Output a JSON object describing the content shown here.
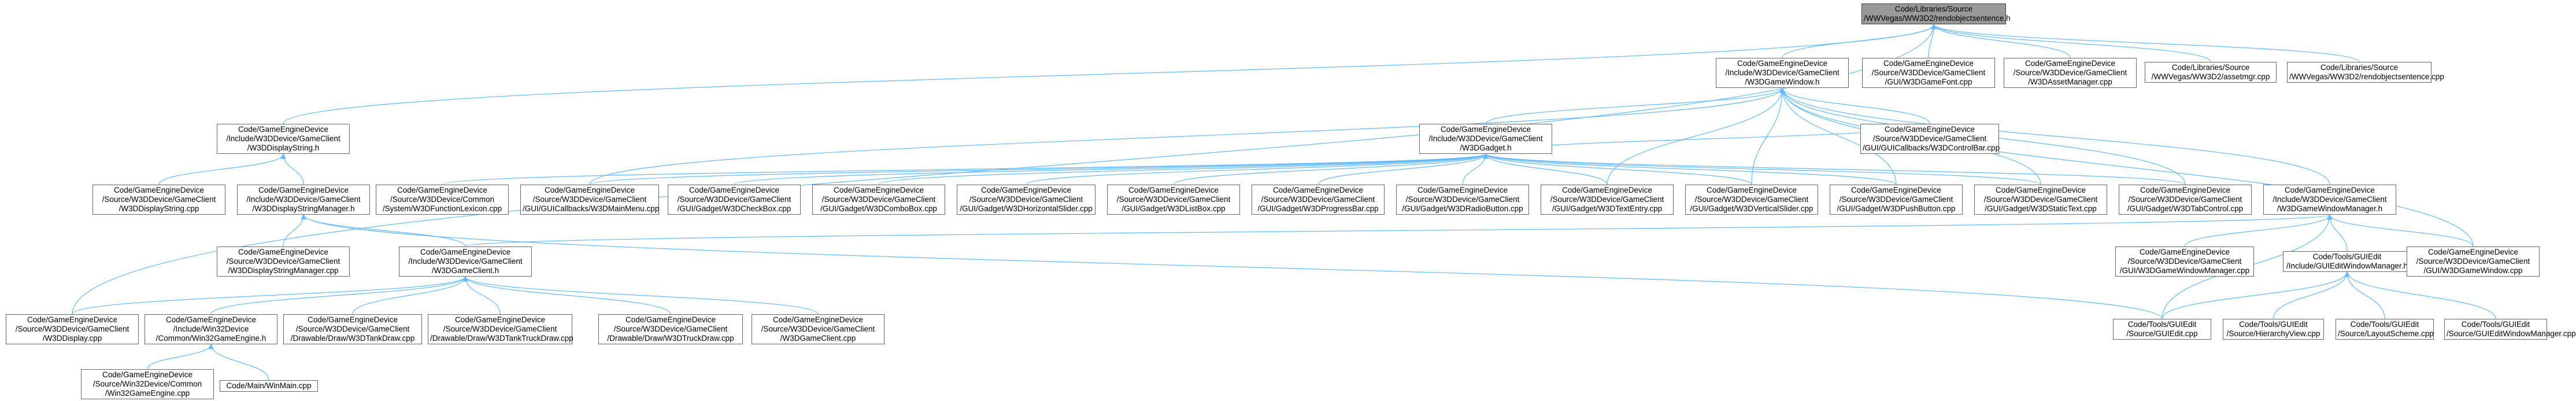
{
  "graph": {
    "nodes": [
      {
        "id": "root",
        "root": true,
        "lines": [
          "Code/Libraries/Source",
          "/WWVegas/WW3D2/rendobjectsentence.h"
        ]
      },
      {
        "id": "gamewindow_h",
        "lines": [
          "Code/GameEngineDevice",
          "/Include/W3DDevice/GameClient",
          "/W3DGameWindow.h"
        ]
      },
      {
        "id": "gamefont_cpp",
        "lines": [
          "Code/GameEngineDevice",
          "/Source/W3DDevice/GameClient",
          "/GUI/W3DGameFont.cpp"
        ]
      },
      {
        "id": "assetmanager_cpp",
        "lines": [
          "Code/GameEngineDevice",
          "/Source/W3DDevice/GameClient",
          "/W3DAssetManager.cpp"
        ]
      },
      {
        "id": "assetmgr_cpp",
        "lines": [
          "Code/Libraries/Source",
          "/WWVegas/WW3D2/assetmgr.cpp"
        ]
      },
      {
        "id": "rendobj_cpp",
        "lines": [
          "Code/Libraries/Source",
          "/WWVegas/WW3D2/rendobjectsentence.cpp"
        ]
      },
      {
        "id": "displaystring_h",
        "lines": [
          "Code/GameEngineDevice",
          "/Include/W3DDevice/GameClient",
          "/W3DDisplayString.h"
        ]
      },
      {
        "id": "gadget_h",
        "lines": [
          "Code/GameEngineDevice",
          "/Include/W3DDevice/GameClient",
          "/W3DGadget.h"
        ]
      },
      {
        "id": "controlbar_cpp",
        "lines": [
          "Code/GameEngineDevice",
          "/Source/W3DDevice/GameClient",
          "/GUI/GUICallbacks/W3DControlBar.cpp"
        ]
      },
      {
        "id": "displaystring_cpp",
        "lines": [
          "Code/GameEngineDevice",
          "/Source/W3DDevice/GameClient",
          "/W3DDisplayString.cpp"
        ]
      },
      {
        "id": "dsmanager_h",
        "lines": [
          "Code/GameEngineDevice",
          "/Include/W3DDevice/GameClient",
          "/W3DDisplayStringManager.h"
        ]
      },
      {
        "id": "functionlexicon_cpp",
        "lines": [
          "Code/GameEngineDevice",
          "/Source/W3DDevice/Common",
          "/System/W3DFunctionLexicon.cpp"
        ]
      },
      {
        "id": "mainmenu_cpp",
        "lines": [
          "Code/GameEngineDevice",
          "/Source/W3DDevice/GameClient",
          "/GUI/GUICallbacks/W3DMainMenu.cpp"
        ]
      },
      {
        "id": "checkbox_cpp",
        "lines": [
          "Code/GameEngineDevice",
          "/Source/W3DDevice/GameClient",
          "/GUI/Gadget/W3DCheckBox.cpp"
        ]
      },
      {
        "id": "combobox_cpp",
        "lines": [
          "Code/GameEngineDevice",
          "/Source/W3DDevice/GameClient",
          "/GUI/Gadget/W3DComboBox.cpp"
        ]
      },
      {
        "id": "hslider_cpp",
        "lines": [
          "Code/GameEngineDevice",
          "/Source/W3DDevice/GameClient",
          "/GUI/Gadget/W3DHorizontalSlider.cpp"
        ]
      },
      {
        "id": "listbox_cpp",
        "lines": [
          "Code/GameEngineDevice",
          "/Source/W3DDevice/GameClient",
          "/GUI/Gadget/W3DListBox.cpp"
        ]
      },
      {
        "id": "progressbar_cpp",
        "lines": [
          "Code/GameEngineDevice",
          "/Source/W3DDevice/GameClient",
          "/GUI/Gadget/W3DProgressBar.cpp"
        ]
      },
      {
        "id": "radiobutton_cpp",
        "lines": [
          "Code/GameEngineDevice",
          "/Source/W3DDevice/GameClient",
          "/GUI/Gadget/W3DRadioButton.cpp"
        ]
      },
      {
        "id": "textentry_cpp",
        "lines": [
          "Code/GameEngineDevice",
          "/Source/W3DDevice/GameClient",
          "/GUI/Gadget/W3DTextEntry.cpp"
        ]
      },
      {
        "id": "vslider_cpp",
        "lines": [
          "Code/GameEngineDevice",
          "/Source/W3DDevice/GameClient",
          "/GUI/Gadget/W3DVerticalSlider.cpp"
        ]
      },
      {
        "id": "pushbutton_cpp",
        "lines": [
          "Code/GameEngineDevice",
          "/Source/W3DDevice/GameClient",
          "/GUI/Gadget/W3DPushButton.cpp"
        ]
      },
      {
        "id": "statictext_cpp",
        "lines": [
          "Code/GameEngineDevice",
          "/Source/W3DDevice/GameClient",
          "/GUI/Gadget/W3DStaticText.cpp"
        ]
      },
      {
        "id": "tabcontrol_cpp",
        "lines": [
          "Code/GameEngineDevice",
          "/Source/W3DDevice/GameClient",
          "/GUI/Gadget/W3DTabControl.cpp"
        ]
      },
      {
        "id": "gwmanager_h",
        "lines": [
          "Code/GameEngineDevice",
          "/Include/W3DDevice/GameClient",
          "/W3DGameWindowManager.h"
        ]
      },
      {
        "id": "dsmanager_cpp",
        "lines": [
          "Code/GameEngineDevice",
          "/Source/W3DDevice/GameClient",
          "/W3DDisplayStringManager.cpp"
        ]
      },
      {
        "id": "gameclient_h",
        "lines": [
          "Code/GameEngineDevice",
          "/Include/W3DDevice/GameClient",
          "/W3DGameClient.h"
        ]
      },
      {
        "id": "gwmanager_cpp",
        "lines": [
          "Code/GameEngineDevice",
          "/Source/W3DDevice/GameClient",
          "/GUI/W3DGameWindowManager.cpp"
        ]
      },
      {
        "id": "guiedit_wm_h",
        "lines": [
          "Code/Tools/GUIEdit",
          "/Include/GUIEditWindowManager.h"
        ]
      },
      {
        "id": "gamewindow_cpp",
        "lines": [
          "Code/GameEngineDevice",
          "/Source/W3DDevice/GameClient",
          "/GUI/W3DGameWindow.cpp"
        ]
      },
      {
        "id": "display_cpp",
        "lines": [
          "Code/GameEngineDevice",
          "/Source/W3DDevice/GameClient",
          "/W3DDisplay.cpp"
        ]
      },
      {
        "id": "win32gameengine_h",
        "lines": [
          "Code/GameEngineDevice",
          "/Include/Win32Device",
          "/Common/Win32GameEngine.h"
        ]
      },
      {
        "id": "tankdraw_cpp",
        "lines": [
          "Code/GameEngineDevice",
          "/Source/W3DDevice/GameClient",
          "/Drawable/Draw/W3DTankDraw.cpp"
        ]
      },
      {
        "id": "tanktruckdraw_cpp",
        "lines": [
          "Code/GameEngineDevice",
          "/Source/W3DDevice/GameClient",
          "/Drawable/Draw/W3DTankTruckDraw.cpp"
        ]
      },
      {
        "id": "truckdraw_cpp",
        "lines": [
          "Code/GameEngineDevice",
          "/Source/W3DDevice/GameClient",
          "/Drawable/Draw/W3DTruckDraw.cpp"
        ]
      },
      {
        "id": "gameclient_cpp",
        "lines": [
          "Code/GameEngineDevice",
          "/Source/W3DDevice/GameClient",
          "/W3DGameClient.cpp"
        ]
      },
      {
        "id": "guiedit_cpp",
        "lines": [
          "Code/Tools/GUIEdit",
          "/Source/GUIEdit.cpp"
        ]
      },
      {
        "id": "hierarchyview_cpp",
        "lines": [
          "Code/Tools/GUIEdit",
          "/Source/HierarchyView.cpp"
        ]
      },
      {
        "id": "layoutscheme_cpp",
        "lines": [
          "Code/Tools/GUIEdit",
          "/Source/LayoutScheme.cpp"
        ]
      },
      {
        "id": "guiedit_wm_cpp",
        "lines": [
          "Code/Tools/GUIEdit",
          "/Source/GUIEditWindowManager.cpp"
        ]
      },
      {
        "id": "win32gameengine_cpp",
        "lines": [
          "Code/GameEngineDevice",
          "/Source/Win32Device/Common",
          "/Win32GameEngine.cpp"
        ]
      },
      {
        "id": "winmain_cpp",
        "lines": [
          "Code/Main/WinMain.cpp"
        ]
      }
    ],
    "edges": [
      [
        "gamewindow_h",
        "root"
      ],
      [
        "gamefont_cpp",
        "root"
      ],
      [
        "assetmanager_cpp",
        "root"
      ],
      [
        "assetmgr_cpp",
        "root"
      ],
      [
        "rendobj_cpp",
        "root"
      ],
      [
        "displaystring_h",
        "root"
      ],
      [
        "display_cpp",
        "root"
      ],
      [
        "gadget_h",
        "gamewindow_h"
      ],
      [
        "controlbar_cpp",
        "gamewindow_h"
      ],
      [
        "gwmanager_h",
        "gamewindow_h"
      ],
      [
        "gamewindow_cpp",
        "gamewindow_h"
      ],
      [
        "mainmenu_cpp",
        "gamewindow_h"
      ],
      [
        "pushbutton_cpp",
        "gamewindow_h"
      ],
      [
        "statictext_cpp",
        "gamewindow_h"
      ],
      [
        "tabcontrol_cpp",
        "gamewindow_h"
      ],
      [
        "vslider_cpp",
        "gamewindow_h"
      ],
      [
        "textentry_cpp",
        "gamewindow_h"
      ],
      [
        "displaystring_cpp",
        "displaystring_h"
      ],
      [
        "dsmanager_h",
        "displaystring_h"
      ],
      [
        "functionlexicon_cpp",
        "gadget_h"
      ],
      [
        "mainmenu_cpp",
        "gadget_h"
      ],
      [
        "checkbox_cpp",
        "gadget_h"
      ],
      [
        "combobox_cpp",
        "gadget_h"
      ],
      [
        "hslider_cpp",
        "gadget_h"
      ],
      [
        "listbox_cpp",
        "gadget_h"
      ],
      [
        "progressbar_cpp",
        "gadget_h"
      ],
      [
        "radiobutton_cpp",
        "gadget_h"
      ],
      [
        "textentry_cpp",
        "gadget_h"
      ],
      [
        "vslider_cpp",
        "gadget_h"
      ],
      [
        "pushbutton_cpp",
        "gadget_h"
      ],
      [
        "statictext_cpp",
        "gadget_h"
      ],
      [
        "tabcontrol_cpp",
        "gadget_h"
      ],
      [
        "controlbar_cpp",
        "gadget_h"
      ],
      [
        "dsmanager_cpp",
        "dsmanager_h"
      ],
      [
        "gameclient_h",
        "dsmanager_h"
      ],
      [
        "guiedit_cpp",
        "dsmanager_h"
      ],
      [
        "gwmanager_cpp",
        "gwmanager_h"
      ],
      [
        "guiedit_wm_h",
        "gwmanager_h"
      ],
      [
        "gamewindow_cpp",
        "gwmanager_h"
      ],
      [
        "guiedit_cpp",
        "gwmanager_h"
      ],
      [
        "gameclient_h",
        "gwmanager_h"
      ],
      [
        "display_cpp",
        "gameclient_h"
      ],
      [
        "win32gameengine_h",
        "gameclient_h"
      ],
      [
        "tankdraw_cpp",
        "gameclient_h"
      ],
      [
        "tanktruckdraw_cpp",
        "gameclient_h"
      ],
      [
        "truckdraw_cpp",
        "gameclient_h"
      ],
      [
        "gameclient_cpp",
        "gameclient_h"
      ],
      [
        "guiedit_cpp",
        "guiedit_wm_h"
      ],
      [
        "hierarchyview_cpp",
        "guiedit_wm_h"
      ],
      [
        "layoutscheme_cpp",
        "guiedit_wm_h"
      ],
      [
        "guiedit_wm_cpp",
        "guiedit_wm_h"
      ],
      [
        "win32gameengine_cpp",
        "win32gameengine_h"
      ],
      [
        "winmain_cpp",
        "win32gameengine_h"
      ]
    ],
    "colors": {
      "edge": "#63b8ff",
      "node_border": "#666666",
      "root_fill": "#999999"
    }
  }
}
